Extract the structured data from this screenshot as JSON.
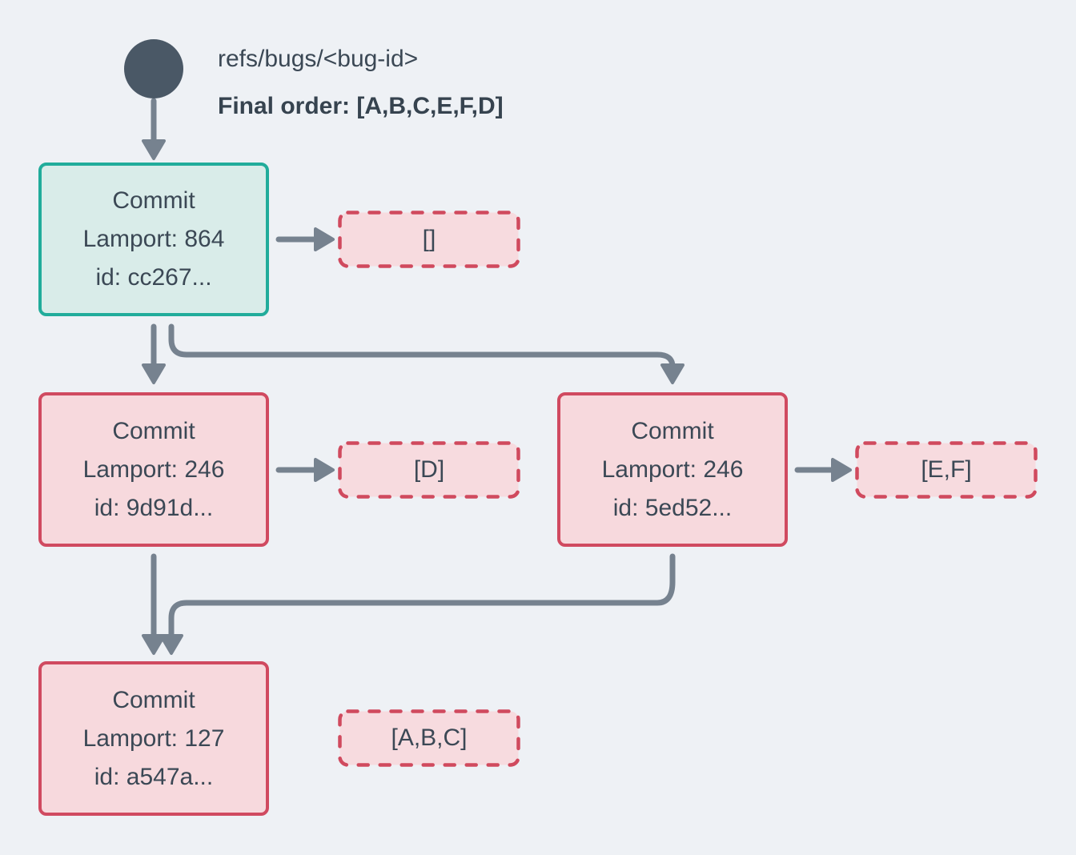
{
  "header": {
    "ref_label": "refs/bugs/<bug-id>",
    "final_order": "Final order: [A,B,C,E,F,D]"
  },
  "nodes": {
    "head": {
      "title": "Commit",
      "lamport": "Lamport: 864",
      "id": "id: cc267...",
      "ops": "[]"
    },
    "left": {
      "title": "Commit",
      "lamport": "Lamport: 246",
      "id": "id: 9d91d...",
      "ops": "[D]"
    },
    "right": {
      "title": "Commit",
      "lamport": "Lamport: 246",
      "id": "id: 5ed52...",
      "ops": "[E,F]"
    },
    "merge": {
      "title": "Commit",
      "lamport": "Lamport: 127",
      "id": "id: a547a...",
      "ops": "[A,B,C]"
    }
  },
  "theme": {
    "background": "#eef1f5",
    "node-text": "#3b4855",
    "strong-text": "#36434f",
    "ref-circle": "#4a5866",
    "arrow": "#76828f",
    "head-border": "#21ac9b",
    "head-fill": "#d9ece9",
    "commit-border": "#d04a60",
    "commit-fill": "#f7d9dd",
    "ops-border": "#d04a5e",
    "ops-fill": "#f7dbdf"
  }
}
